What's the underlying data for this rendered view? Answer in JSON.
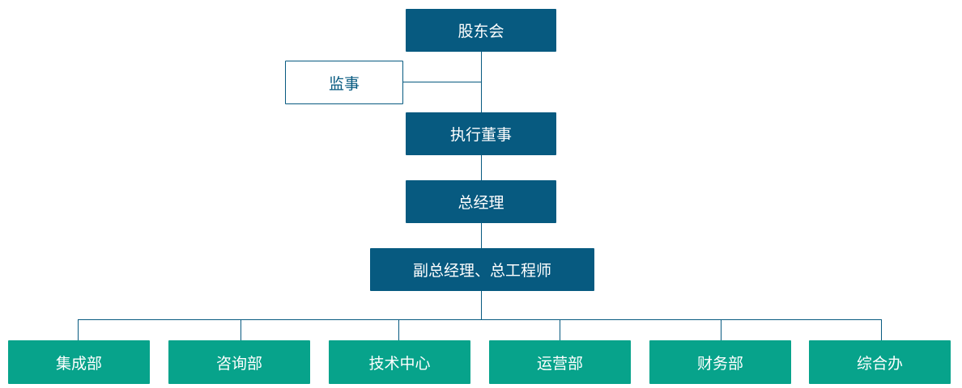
{
  "chart": {
    "shareholders": "股东会",
    "supervisor": "监事",
    "executive_director": "执行董事",
    "general_manager": "总经理",
    "deputy": "副总经理、总工程师",
    "departments": [
      "集成部",
      "咨询部",
      "技术中心",
      "运营部",
      "财务部",
      "综合办"
    ]
  },
  "colors": {
    "dark_box": "#075a80",
    "department_box": "#07a38b",
    "connector": "#075a80"
  }
}
